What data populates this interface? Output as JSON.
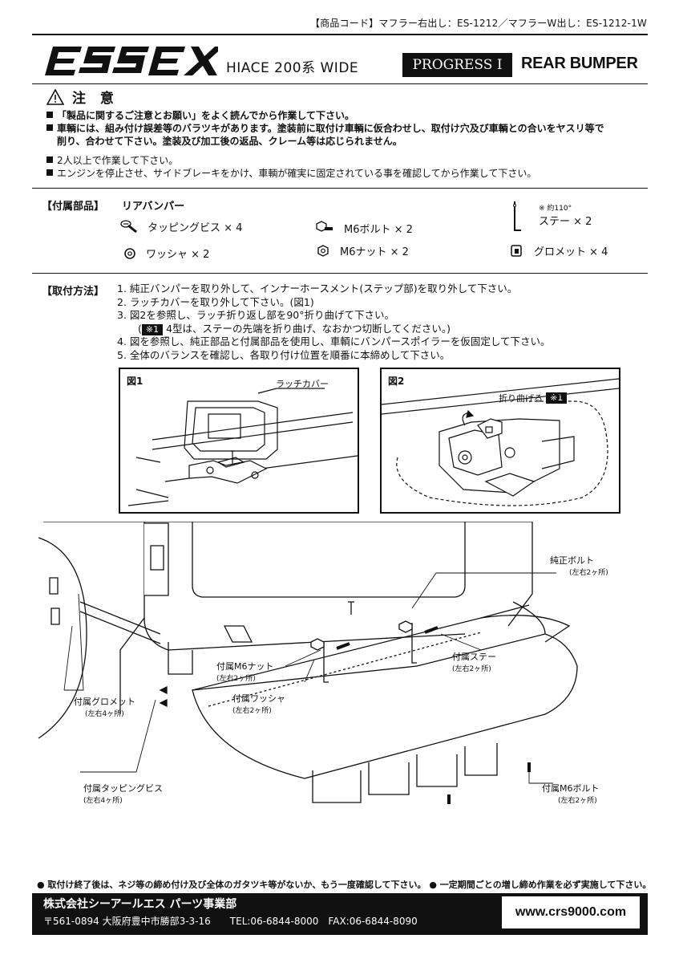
{
  "header": {
    "product_code": "【商品コード】マフラー右出し：ES-1212／マフラーW出し：ES-1212-1W",
    "brand_logo_text": "ESSEX",
    "model": "HIACE 200系 WIDE",
    "series_badge": "PROGRESS I",
    "product_name": "REAR BUMPER"
  },
  "caution": {
    "title": "注 意",
    "items_bold": [
      "「製品に関するご注意とお願い」をよく読んでから作業して下さい。",
      "車輌には、組み付け誤差等のバラツキがあります。塗装前に取付け車輌に仮合わせし、取付け穴及び車輌との合いをヤスリ等で",
      "削り、合わせて下さい。塗装及び加工後の返品、クレーム等は応じられません。"
    ],
    "items": [
      "2人以上で作業して下さい。",
      "エンジンを停止させ、サイドブレーキをかけ、車輌が確実に固定されている事を確認してから作業して下さい。"
    ]
  },
  "parts": {
    "label": "【付属部品】",
    "main_item": "リアバンパー",
    "items": [
      {
        "icon": "tapping-screw-icon",
        "text": "タッピングビス × 4"
      },
      {
        "icon": "m6-bolt-icon",
        "text": "M6ボルト × 2"
      },
      {
        "icon": "stay-icon",
        "text": "ステー × 2"
      },
      {
        "icon": "washer-icon",
        "text": "ワッシャ × 2"
      },
      {
        "icon": "m6-nut-icon",
        "text": "M6ナット × 2"
      },
      {
        "icon": "grommet-icon",
        "text": "グロメット × 4"
      }
    ],
    "stay_note": "※ 約110°"
  },
  "method": {
    "label": "【取付方法】",
    "steps": [
      "1. 純正バンパーを取り外して、インナーホースメント(ステップ部)を取り外して下さい。",
      "2. ラッチカバーを取り外して下さい。(図1)",
      "3. 図2を参照し、ラッチ折り返し部を90°折り曲げて下さい。",
      "4. 図を参照し、純正部品と付属部品を使用し、車輌にバンパースポイラーを仮固定して下さい。",
      "5. 全体のバランスを確認し、各取り付け位置を順番に本締めして下さい。"
    ],
    "step3_note_open": "(",
    "step3_note_badge": "※1",
    "step3_note_text": " 4型は、ステーの先端を折り曲げ、なおかつ切断してください。)"
  },
  "figures": {
    "fig1": {
      "label": "図1",
      "callout": "ラッチカバー"
    },
    "fig2": {
      "label": "図2",
      "callout": "折り曲げる",
      "callout_badge": "※1"
    }
  },
  "diagram_callouts": [
    {
      "id": "stock-bolt",
      "title": "純正ボルト",
      "sub": "(左右2ヶ所)"
    },
    {
      "id": "m6-nut",
      "title": "付属M6ナット",
      "sub": "(左右2ヶ所)"
    },
    {
      "id": "washer",
      "title": "付属ワッシャ",
      "sub": "(左右2ヶ所)"
    },
    {
      "id": "stay",
      "title": "付属ステー",
      "sub": "(左右2ヶ所)"
    },
    {
      "id": "grommet",
      "title": "付属グロメット",
      "sub": "(左右4ヶ所)"
    },
    {
      "id": "tapping-screw",
      "title": "付属タッピングビス",
      "sub": "(左右4ヶ所)"
    },
    {
      "id": "m6-bolt",
      "title": "付属M6ボルト",
      "sub": "(左右2ヶ所)"
    }
  ],
  "bottom_note": "● 取付け終了後は、ネジ等の締め付け及び全体のガタツキ等がないか、もう一度確認して下さい。 ● 一定期間ごとの増し締め作業を必ず実施して下さい。",
  "footer": {
    "company": "株式会社シーアールエス パーツ事業部",
    "address": "〒561-0894 大阪府豊中市勝部3-3-16　　TEL:06-6844-8000　FAX:06-6844-8090",
    "url": "www.crs9000.com"
  }
}
